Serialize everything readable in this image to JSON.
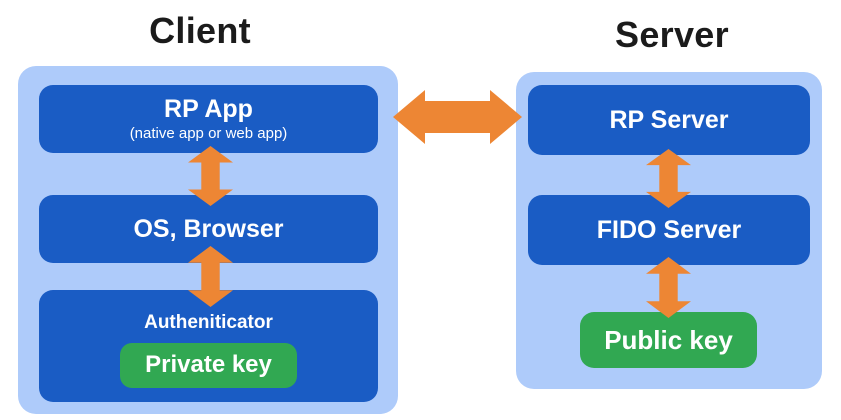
{
  "colors": {
    "page_bg": "#FFFFFF",
    "container_bg": "#AECBFA",
    "box_bg": "#1A5CC4",
    "key_bg": "#31A852",
    "arrow": "#ED8634",
    "title_text": "#1B1B1B",
    "box_text": "#FFFFFF"
  },
  "client": {
    "title": "Client",
    "rp_app": {
      "label": "RP App",
      "sublabel": "(native app or web app)"
    },
    "os_browser": {
      "label": "OS, Browser"
    },
    "authenticator": {
      "label": "Autheniticator",
      "key_label": "Private key"
    }
  },
  "server": {
    "title": "Server",
    "rp_server": {
      "label": "RP Server"
    },
    "fido_server": {
      "label": "FIDO Server"
    },
    "public_key": {
      "label": "Public key"
    }
  },
  "arrows": {
    "rp_app_to_os_browser": "vertical bidirectional",
    "os_browser_to_authenticator": "vertical bidirectional",
    "client_to_server": "horizontal bidirectional",
    "rp_server_to_fido_server": "vertical bidirectional",
    "fido_server_to_public_key": "vertical bidirectional"
  }
}
